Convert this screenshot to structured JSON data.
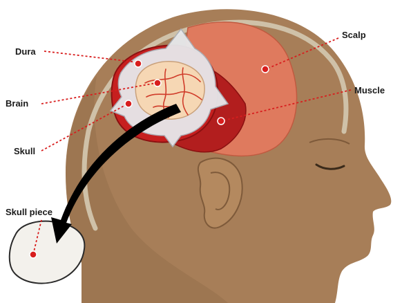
{
  "labels": {
    "dura": "Dura",
    "brain": "Brain",
    "skull": "Skull",
    "skull_piece": "Skull piece",
    "scalp": "Scalp",
    "muscle": "Muscle"
  },
  "colors": {
    "skin": "#a77e58",
    "skin_shadow": "#8d6644",
    "skull_band": "#cfc1a8",
    "scalp_flap": "#df7a5e",
    "muscle": "#b21e1e",
    "dura": "#e7e9ec",
    "brain": "#f6d7b4",
    "brain_vessels": "#d03c2a",
    "leader_line": "#d81e1e",
    "arrow": "#000000"
  }
}
